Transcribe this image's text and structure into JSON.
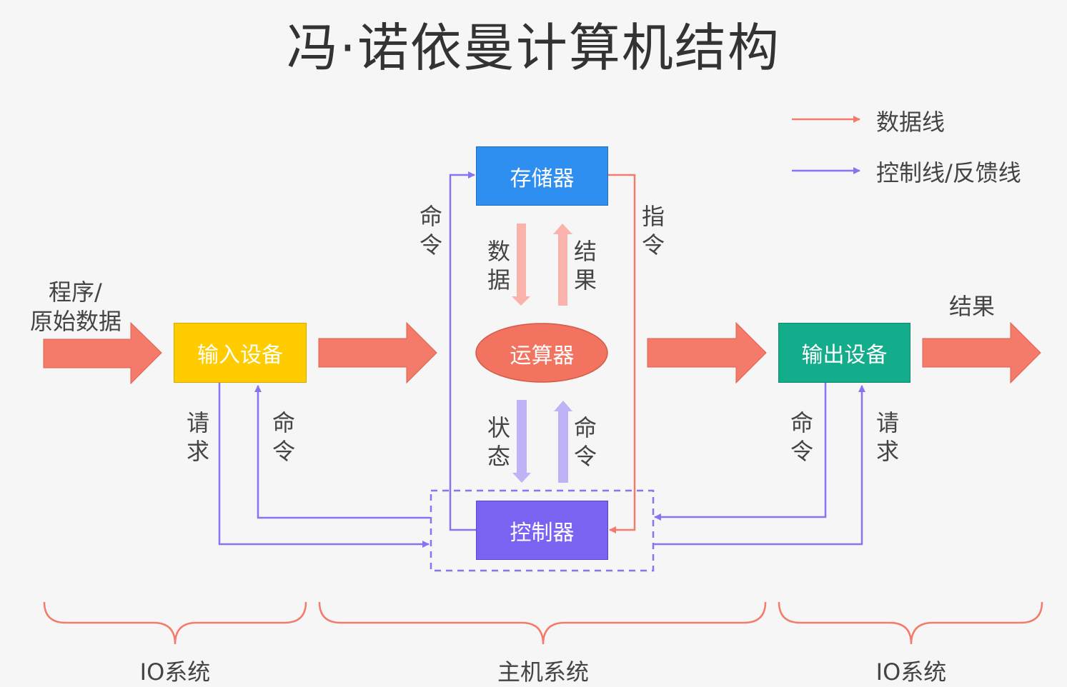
{
  "title": "冯·诺依曼计算机结构",
  "legend": {
    "data_line": "数据线",
    "control_line": "控制线/反馈线"
  },
  "boxes": {
    "memory": "存储器",
    "alu": "运算器",
    "controller": "控制器",
    "input": "输入设备",
    "output": "输出设备"
  },
  "labels": {
    "program_input": "程序/",
    "raw_data": "原始数据",
    "result_out": "结果",
    "mem_command": "命令",
    "mem_instruction": "指令",
    "mem_data": "数据",
    "mem_result": "结果",
    "alu_status": "状态",
    "alu_command": "命令",
    "in_request": "请求",
    "in_command": "命令",
    "out_command": "命令",
    "out_request": "请求"
  },
  "systems": {
    "left": "IO系统",
    "center": "主机系统",
    "right": "IO系统"
  },
  "colors": {
    "data_line": "#f47a6a",
    "control_line": "#8a73f0",
    "memory": "#2f8ff0",
    "alu": "#f2735f",
    "controller": "#7b63f2",
    "input": "#ffcc00",
    "output": "#14ad8c"
  }
}
